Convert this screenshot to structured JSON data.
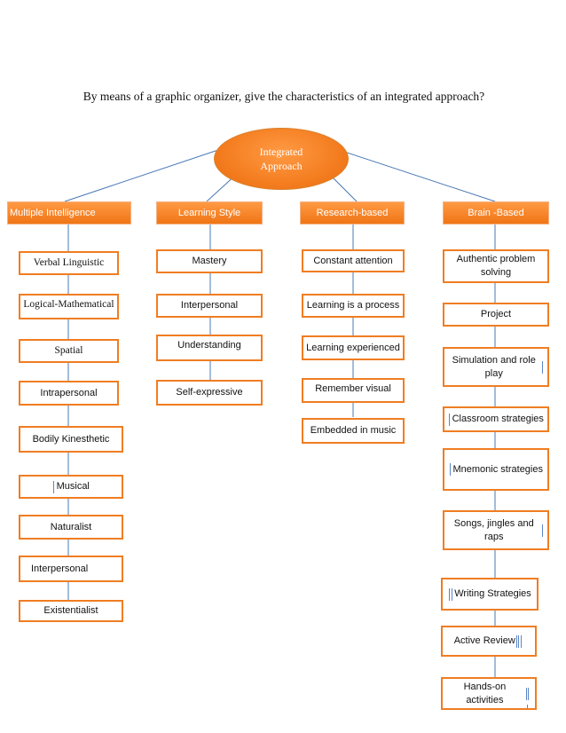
{
  "question": "By means of a graphic organizer, give the characteristics of an integrated approach?",
  "root": "Integrated Approach",
  "categories": [
    {
      "label": "Multiple Intelligence",
      "items": [
        "Verbal Linguistic",
        "Logical-Mathematical",
        "Spatial",
        "Intrapersonal",
        "Bodily Kinesthetic",
        "Musical",
        "Naturalist",
        "Interpersonal",
        "Existentialist"
      ]
    },
    {
      "label": "Learning Style",
      "items": [
        "Mastery",
        "Interpersonal",
        "Understanding",
        "Self-expressive"
      ]
    },
    {
      "label": "Research-based",
      "items": [
        "Constant attention",
        "Learning is a process",
        "Learning experienced",
        "Remember visual",
        "Embedded in music"
      ]
    },
    {
      "label": "Brain -Based",
      "items": [
        "Authentic problem solving",
        "Project",
        "Simulation and role play",
        "Classroom strategies",
        "Mnemonic strategies",
        "Songs, jingles and raps",
        "Writing Strategies",
        "Active Review",
        "Hands-on activities"
      ]
    }
  ],
  "colors": {
    "accent": "#f07d22",
    "category_fill": "#f58220",
    "connector": "#4a78b5",
    "mark": "#5a86c6"
  }
}
